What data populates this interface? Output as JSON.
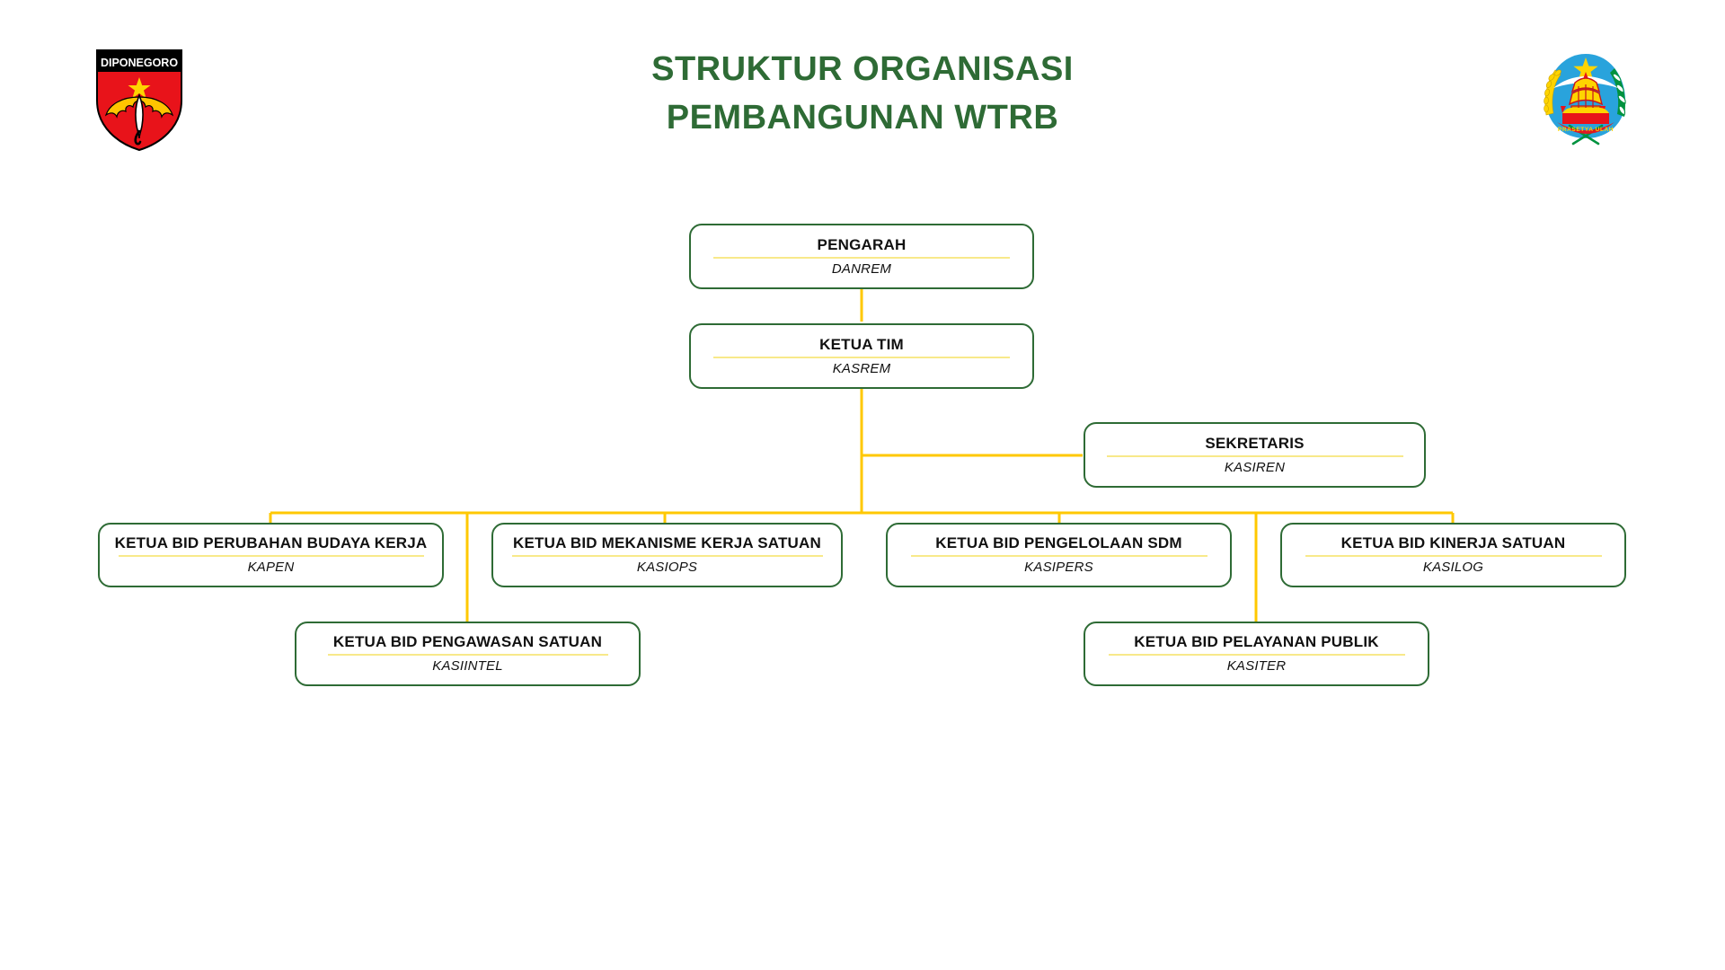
{
  "page": {
    "background": "#ffffff",
    "accent_green": "#2E6B35",
    "accent_yellow": "#FFC800",
    "rule_yellow": "#F8E98A"
  },
  "header": {
    "title_line1": "STRUKTUR ORGANISASI",
    "title_line2": "PEMBANGUNAN WTRB"
  },
  "logos": {
    "left": {
      "name": "kodam-diponegoro-emblem",
      "banner_text": "DIPONEGORO",
      "shield_color": "#E8131A",
      "banner_color": "#000000",
      "star_color": "#FFD400",
      "flame_color": "#FFC400"
    },
    "right": {
      "name": "jawa-tengah-provincial-emblem",
      "field_color": "#29A3DC",
      "star_color": "#FFD400",
      "rice_color": "#FFD400",
      "cotton_color": "#00923F",
      "gate_color": "#E8131A",
      "ribbon_color": "#E8131A"
    }
  },
  "chart_data": {
    "type": "org-chart",
    "title": "STRUKTUR ORGANISASI PEMBANGUNAN WTRB",
    "nodes": [
      {
        "id": "pengarah",
        "title": "PENGARAH",
        "sub": "DANREM",
        "level": 0
      },
      {
        "id": "ketua_tim",
        "title": "KETUA TIM",
        "sub": "KASREM",
        "level": 1
      },
      {
        "id": "sekretaris",
        "title": "SEKRETARIS",
        "sub": "KASIREN",
        "level": 2
      },
      {
        "id": "bid1",
        "title": "KETUA BID PERUBAHAN BUDAYA KERJA",
        "sub": "KAPEN",
        "level": 3
      },
      {
        "id": "bid2",
        "title": "KETUA BID MEKANISME KERJA SATUAN",
        "sub": "KASIOPS",
        "level": 3
      },
      {
        "id": "bid3",
        "title": "KETUA BID PENGELOLAAN SDM",
        "sub": "KASIPERS",
        "level": 3
      },
      {
        "id": "bid4",
        "title": "KETUA BID KINERJA SATUAN",
        "sub": "KASILOG",
        "level": 3
      },
      {
        "id": "bid5",
        "title": "KETUA BID PENGAWASAN SATUAN",
        "sub": "KASIINTEL",
        "level": 4
      },
      {
        "id": "bid6",
        "title": "KETUA BID PELAYANAN PUBLIK",
        "sub": "KASITER",
        "level": 4
      }
    ],
    "edges": [
      {
        "from": "pengarah",
        "to": "ketua_tim"
      },
      {
        "from": "ketua_tim",
        "to": "sekretaris"
      },
      {
        "from": "ketua_tim",
        "to": "bid1"
      },
      {
        "from": "ketua_tim",
        "to": "bid2"
      },
      {
        "from": "ketua_tim",
        "to": "bid3"
      },
      {
        "from": "ketua_tim",
        "to": "bid4"
      },
      {
        "from": "ketua_tim",
        "to": "bid5"
      },
      {
        "from": "ketua_tim",
        "to": "bid6"
      }
    ]
  }
}
